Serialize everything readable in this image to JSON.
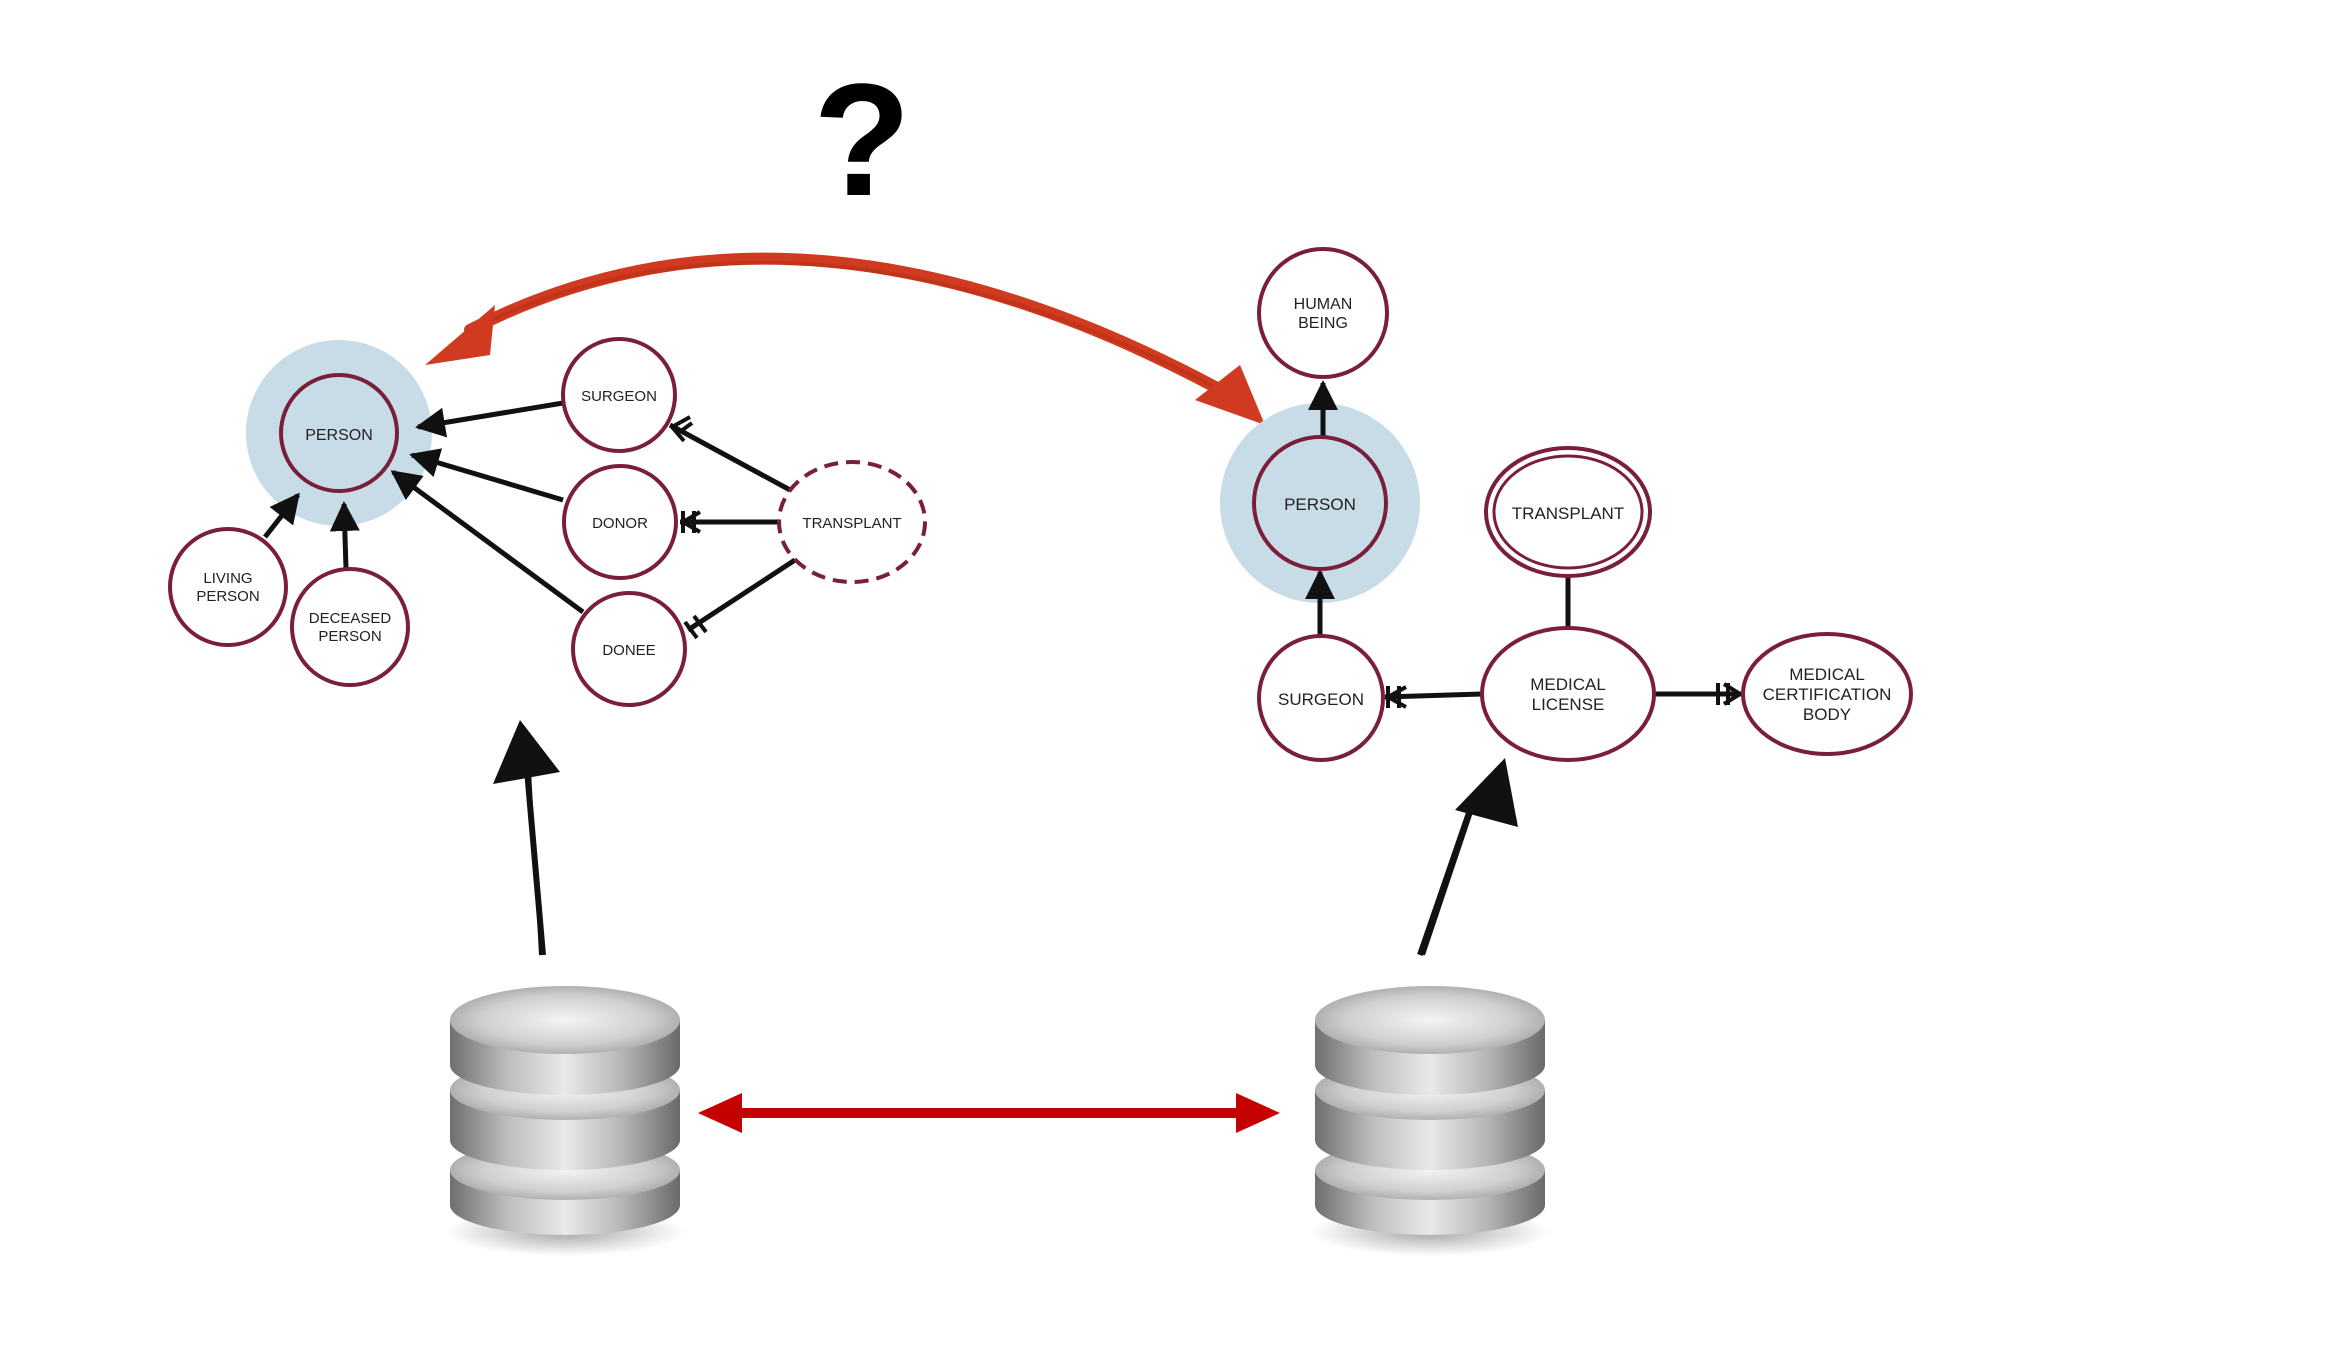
{
  "colors": {
    "node_border": "#7a1f3a",
    "highlight_fill": "#c8dce8",
    "edge": "#111111",
    "mapping_arrow": "#d03a20",
    "db_link": "#c40000"
  },
  "question_mark": "?",
  "left_model": {
    "person": "PERSON",
    "living_person": [
      "LIVING",
      "PERSON"
    ],
    "deceased_person": [
      "DECEASED",
      "PERSON"
    ],
    "surgeon": "SURGEON",
    "donor": "DONOR",
    "donee": "DONEE",
    "transplant": "TRANSPLANT"
  },
  "right_model": {
    "human_being": [
      "HUMAN",
      "BEING"
    ],
    "person": "PERSON",
    "transplant": "TRANSPLANT",
    "surgeon": "SURGEON",
    "medical_license": [
      "MEDICAL",
      "LICENSE"
    ],
    "medical_certification_body": [
      "MEDICAL",
      "CERTIFICATION",
      "BODY"
    ]
  },
  "icons": [
    "database-icon-left",
    "database-icon-right"
  ]
}
